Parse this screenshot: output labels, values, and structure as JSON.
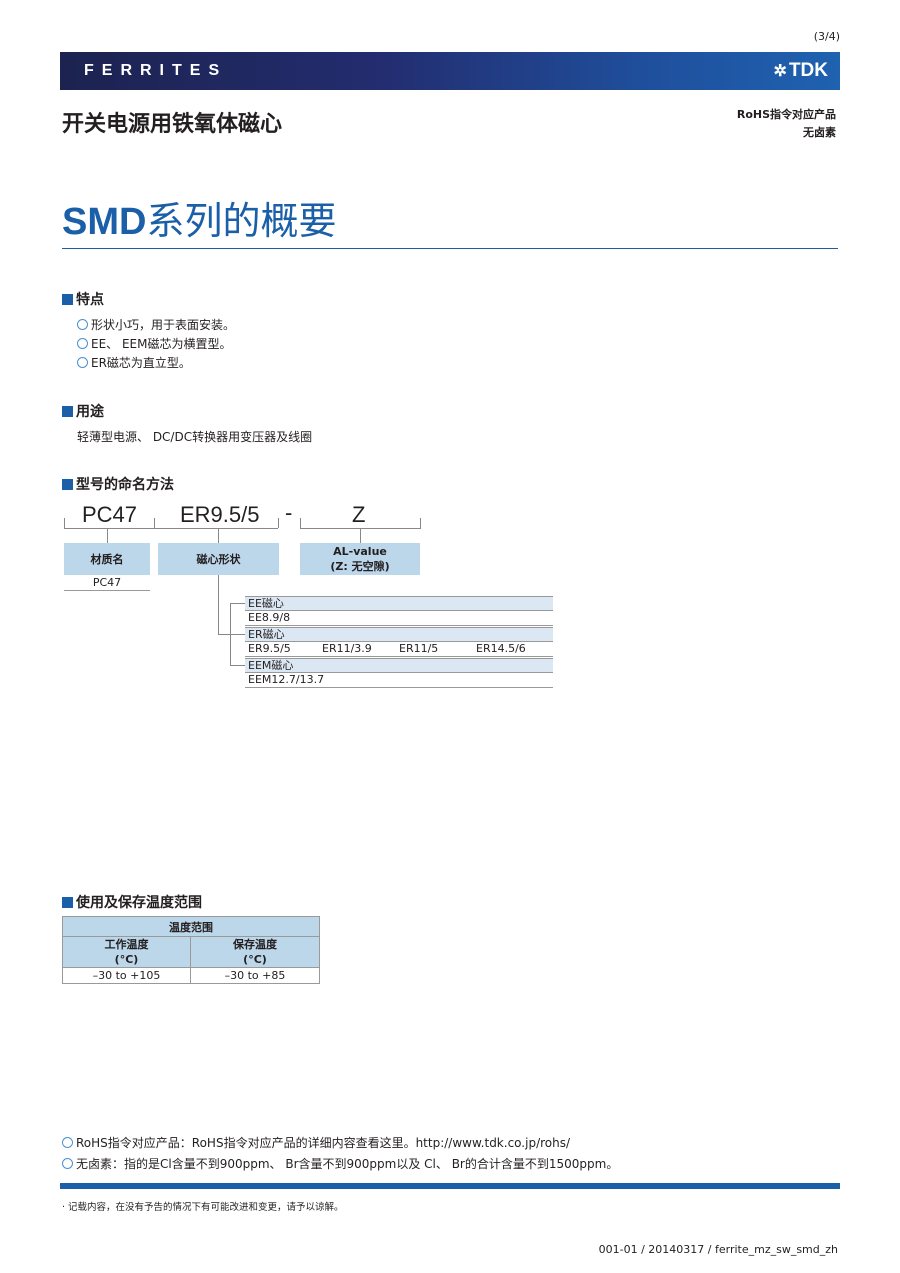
{
  "page_number": "(3/4)",
  "banner": {
    "brand": "FERRITES",
    "logo": "TDK"
  },
  "title": "开关电源用铁氧体磁心",
  "badges": [
    "RoHS指令对应产品",
    "无卤素"
  ],
  "heading": {
    "strong": "SMD",
    "rest": "系列的概要"
  },
  "features": {
    "title": "特点",
    "items": [
      "形状小巧，用于表面安装。",
      "EE、 EEM磁芯为横置型。",
      "ER磁芯为直立型。"
    ]
  },
  "usage": {
    "title": "用途",
    "text": "轻薄型电源、 DC/DC转换器用变压器及线圈"
  },
  "naming": {
    "title": "型号的命名方法",
    "parts": [
      "PC47",
      "ER9.5/5",
      "-",
      "Z"
    ],
    "labels": [
      "材质名",
      "磁心形状",
      "AL-value",
      "(Z: 无空隙)"
    ],
    "material_values": [
      "PC47"
    ],
    "shapes": [
      {
        "name": "EE磁心",
        "items": [
          "EE8.9/8"
        ]
      },
      {
        "name": "ER磁心",
        "items": [
          "ER9.5/5",
          "ER11/3.9",
          "ER11/5",
          "ER14.5/6"
        ]
      },
      {
        "name": "EEM磁心",
        "items": [
          "EEM12.7/13.7"
        ]
      }
    ]
  },
  "temperature": {
    "title": "使用及保存温度范围",
    "header": "温度范围",
    "cols": [
      "工作温度",
      "保存温度"
    ],
    "unit": "(°C)",
    "values": [
      "–30 to +105",
      "–30 to +85"
    ]
  },
  "notes": [
    "RoHS指令对应产品：RoHS指令对应产品的详细内容查看这里。http://www.tdk.co.jp/rohs/",
    "无卤素：指的是Cl含量不到900ppm、 Br含量不到900ppm以及 Cl、 Br的合计含量不到1500ppm。"
  ],
  "disclaimer": "· 记载内容，在没有予告的情况下有可能改进和变更，请予以谅解。",
  "footer": "001-01 / 20140317 / ferrite_mz_sw_smd_zh",
  "colors": {
    "accent": "#1a5fa8",
    "box": "#bcd6ea"
  }
}
